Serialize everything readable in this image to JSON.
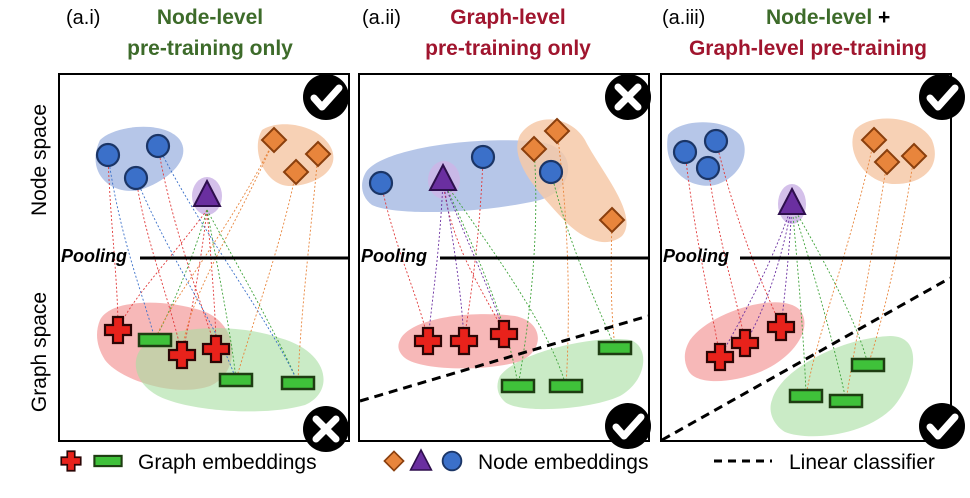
{
  "panels": [
    {
      "tag": "(a.i)",
      "title_line1": "Node-level",
      "title_line2": "pre-training only",
      "node_status": "check",
      "graph_status": "cross",
      "pooling_label": "Pooling"
    },
    {
      "tag": "(a.ii)",
      "title_line1": "Graph-level",
      "title_line2": "pre-training only",
      "node_status": "cross",
      "graph_status": "check",
      "pooling_label": "Pooling"
    },
    {
      "tag": "(a.iii)",
      "title_line1a": "Node-level",
      "title_line1b": " +",
      "title_line2": "Graph-level pre-training",
      "node_status": "check",
      "graph_status": "check",
      "pooling_label": "Pooling"
    }
  ],
  "axis_labels": {
    "node_space": "Node space",
    "graph_space": "Graph space"
  },
  "legend": {
    "graph_embeddings": "Graph embeddings",
    "node_embeddings": "Node embeddings",
    "linear_classifier": "Linear classifier"
  },
  "colors": {
    "node_level_green": "#3d6b2a",
    "graph_level_red": "#a0152e",
    "blue_node": "#3b70c9",
    "orange_node": "#e8853c",
    "purple_node": "#6a2fa0",
    "red_cross": "#e8221b",
    "green_bar": "#3fc13a"
  }
}
